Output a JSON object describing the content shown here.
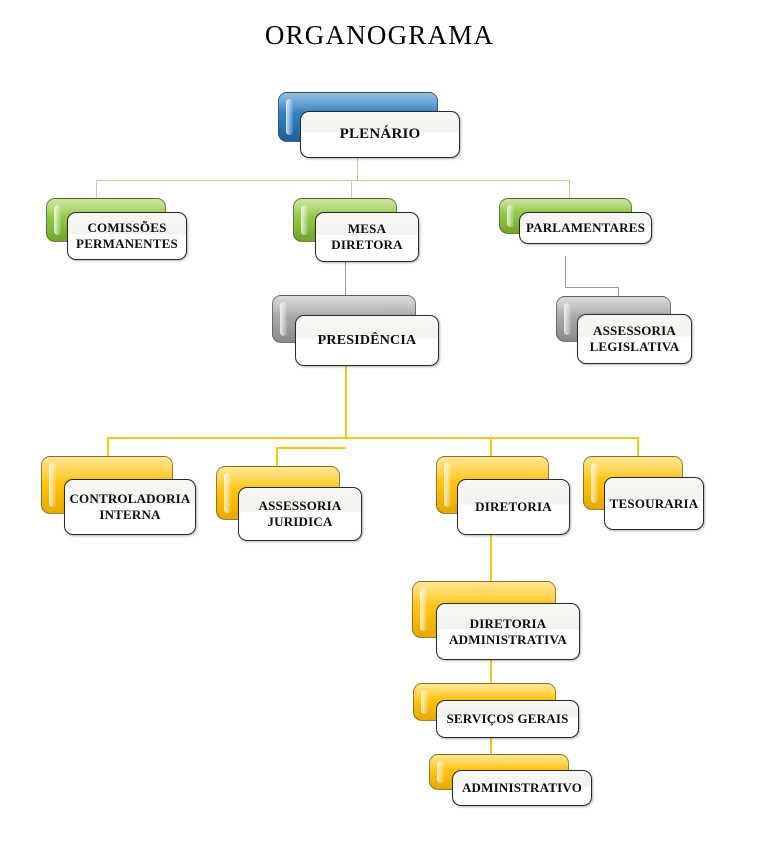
{
  "title": "ORGANOGRAMA",
  "colors": {
    "blue": "#2f7fc1",
    "blue_dark": "#1f5e96",
    "green": "#8dc63f",
    "green_dark": "#6fa52c",
    "gray": "#a6a6a6",
    "gray_dark": "#8a8a8a",
    "yellow": "#ffc20e",
    "yellow_dark": "#e8a900",
    "connector_green": "#b9d98a",
    "connector_gray": "#9a9a9a",
    "connector_yellow": "#f5c518",
    "box_face": "#ffffff",
    "text": "#0d0d0d"
  },
  "nodes": [
    {
      "id": "plenario",
      "label": "PLENÁRIO",
      "color": "blue",
      "font": 15
    },
    {
      "id": "comissoes",
      "label": "COMISSÕES\nPERMANENTES",
      "color": "green",
      "font": 13
    },
    {
      "id": "mesa",
      "label": "MESA\nDIRETORA",
      "color": "green",
      "font": 13
    },
    {
      "id": "parlamentares",
      "label": "PARLAMENTARES",
      "color": "green",
      "font": 13
    },
    {
      "id": "presidencia",
      "label": "PRESIDÊNCIA",
      "color": "gray",
      "font": 14
    },
    {
      "id": "assess_leg",
      "label": "ASSESSORIA\nLEGISLATIVA",
      "color": "gray",
      "font": 13
    },
    {
      "id": "controladoria",
      "label": "CONTROLADORIA\nINTERNA",
      "color": "yellow",
      "font": 13
    },
    {
      "id": "assess_jur",
      "label": "ASSESSORIA\nJURIDICA",
      "color": "yellow",
      "font": 13
    },
    {
      "id": "diretoria",
      "label": "DIRETORIA",
      "color": "yellow",
      "font": 13
    },
    {
      "id": "tesouraria",
      "label": "TESOURARIA",
      "color": "yellow",
      "font": 13
    },
    {
      "id": "dir_adm",
      "label": "DIRETORIA\nADMINISTRATIVA",
      "color": "yellow",
      "font": 13
    },
    {
      "id": "servicos",
      "label": "SERVIÇOS GERAIS",
      "color": "yellow",
      "font": 13
    },
    {
      "id": "administrativo",
      "label": "ADMINISTRATIVO",
      "color": "yellow",
      "font": 13
    }
  ],
  "hierarchy": {
    "root": "plenario",
    "edges": [
      {
        "from": "plenario",
        "to": "comissoes"
      },
      {
        "from": "plenario",
        "to": "mesa"
      },
      {
        "from": "plenario",
        "to": "parlamentares"
      },
      {
        "from": "mesa",
        "to": "presidencia"
      },
      {
        "from": "parlamentares",
        "to": "assess_leg"
      },
      {
        "from": "presidencia",
        "to": "controladoria"
      },
      {
        "from": "presidencia",
        "to": "assess_jur"
      },
      {
        "from": "presidencia",
        "to": "diretoria"
      },
      {
        "from": "presidencia",
        "to": "tesouraria"
      },
      {
        "from": "diretoria",
        "to": "dir_adm"
      },
      {
        "from": "dir_adm",
        "to": "servicos"
      },
      {
        "from": "servicos",
        "to": "administrativo"
      }
    ]
  }
}
